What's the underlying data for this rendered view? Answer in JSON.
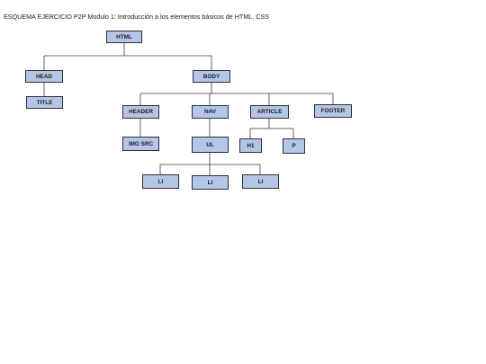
{
  "title": "ESQUEMA EJERCICIO P2P Modulo 1: Introducción a los elementos básicos de HTML, CSS",
  "nodes": {
    "html": "HTML",
    "head": "HEAD",
    "body": "BODY",
    "title_tag": "TITLE",
    "header": "HEADER",
    "nav": "NAV",
    "article": "ARTICLE",
    "footer": "FOOTER",
    "img_src": "IMG SRC",
    "ul": "UL",
    "h1": "H1",
    "p": "P",
    "li_1": "LI",
    "li_2": "LI",
    "li_3": "LI"
  },
  "colors": {
    "node_fill": "#b4c6e7",
    "node_border": "#2f2f2f",
    "connector": "#3a3a3a"
  }
}
